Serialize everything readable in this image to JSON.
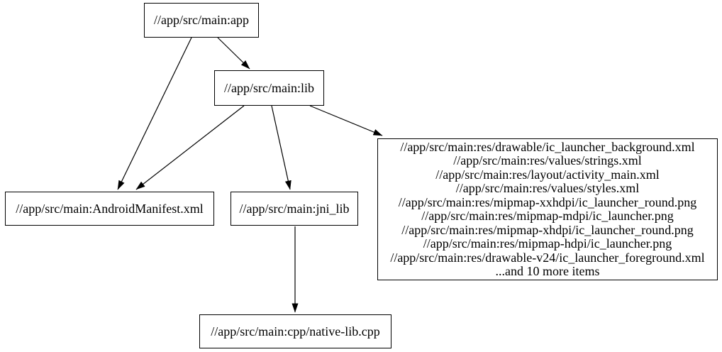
{
  "diagram": {
    "kind": "build-dependency-graph",
    "background_color": "#ffffff",
    "node_border_color": "#000000",
    "edge_color": "#000000",
    "text_color": "#000000"
  },
  "nodes": {
    "app": {
      "label": "//app/src/main:app"
    },
    "lib": {
      "label": "//app/src/main:lib"
    },
    "manifest": {
      "label": "//app/src/main:AndroidManifest.xml"
    },
    "jni_lib": {
      "label": "//app/src/main:jni_lib"
    },
    "native": {
      "label": "//app/src/main:cpp/native-lib.cpp"
    },
    "res_group": {
      "lines": [
        "//app/src/main:res/drawable/ic_launcher_background.xml",
        "//app/src/main:res/values/strings.xml",
        "//app/src/main:res/layout/activity_main.xml",
        "//app/src/main:res/values/styles.xml",
        "//app/src/main:res/mipmap-xxhdpi/ic_launcher_round.png",
        "//app/src/main:res/mipmap-mdpi/ic_launcher.png",
        "//app/src/main:res/mipmap-xhdpi/ic_launcher_round.png",
        "//app/src/main:res/mipmap-hdpi/ic_launcher.png",
        "//app/src/main:res/drawable-v24/ic_launcher_foreground.xml",
        "...and 10 more items"
      ]
    }
  },
  "edges": [
    {
      "from": "app",
      "to": "manifest"
    },
    {
      "from": "app",
      "to": "lib"
    },
    {
      "from": "lib",
      "to": "manifest"
    },
    {
      "from": "lib",
      "to": "jni_lib"
    },
    {
      "from": "lib",
      "to": "res_group"
    },
    {
      "from": "jni_lib",
      "to": "native"
    }
  ]
}
